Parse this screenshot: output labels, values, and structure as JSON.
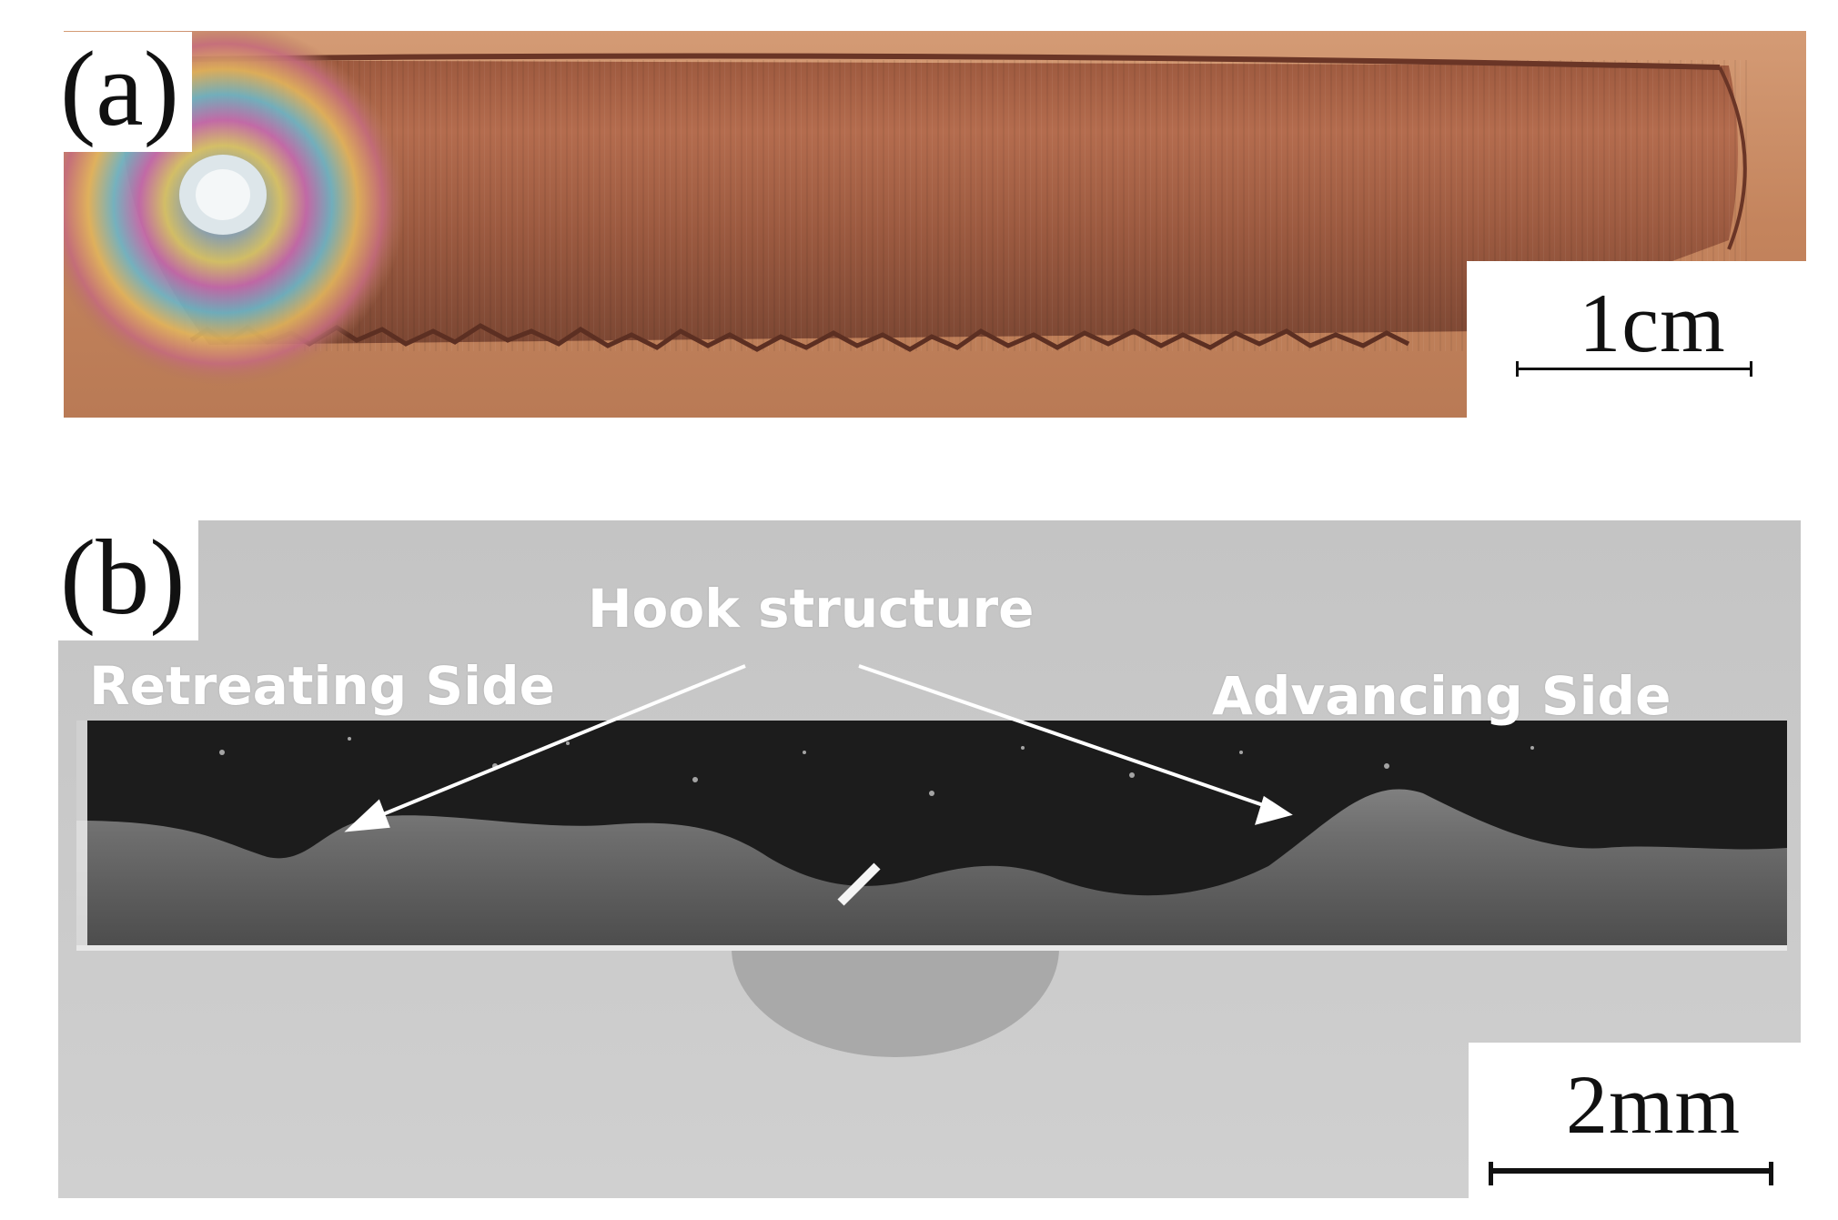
{
  "figure": {
    "panel_a": {
      "label": "(a)",
      "scale_bar": "1cm"
    },
    "panel_b": {
      "label": "(b)",
      "scale_bar": "2mm",
      "annotations": {
        "hook": "Hook structure",
        "retreating": "Retreating Side",
        "advancing": "Advancing Side"
      }
    }
  },
  "colors": {
    "copper_light": "#c98a63",
    "copper_dark": "#7a4330",
    "specimen_dark": "#1a1a1a",
    "background_gray": "#c9c9c9",
    "arrow": "#ffffff"
  }
}
